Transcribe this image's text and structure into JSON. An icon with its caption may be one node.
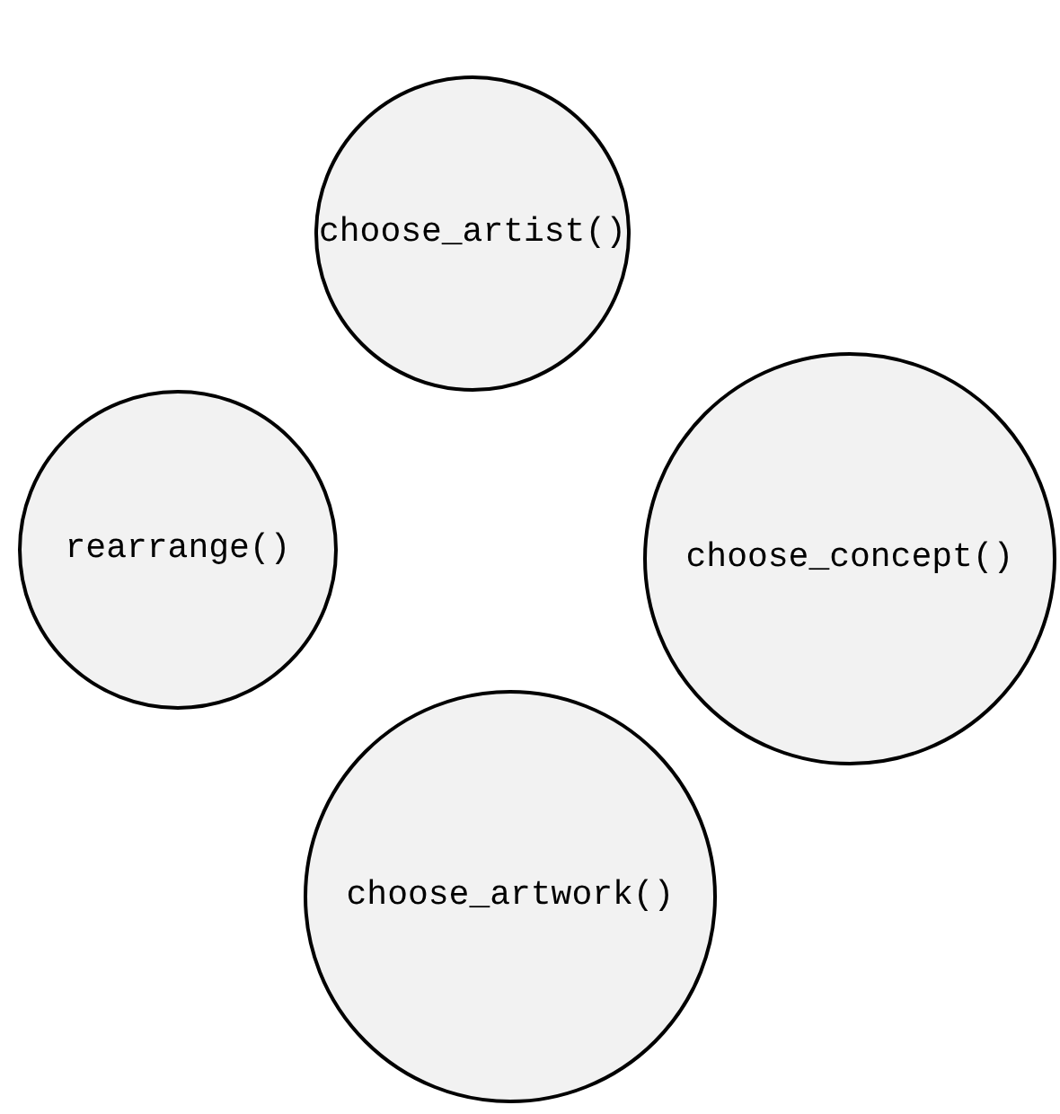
{
  "diagram": {
    "nodes": [
      {
        "text": [
          "choose_artist()"
        ]
      },
      {
        "text": [
          "rearrange()"
        ]
      },
      {
        "text": [
          "choose_concept()"
        ]
      },
      {
        "text": [
          "choose_artwork()"
        ]
      }
    ]
  }
}
